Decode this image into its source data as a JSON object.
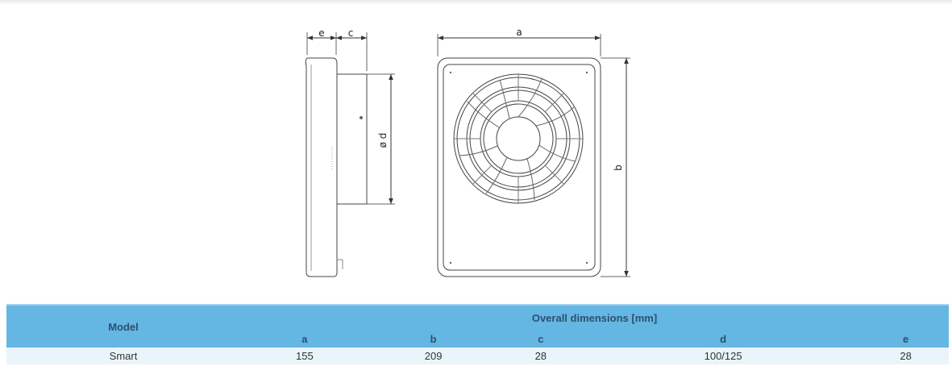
{
  "drawing": {
    "dimension_labels": {
      "a": "a",
      "b": "b",
      "c": "c",
      "d": "ø d",
      "e": "e"
    }
  },
  "table": {
    "model_header": "Model",
    "group_header": "Overall dimensions [mm]",
    "columns": [
      "a",
      "b",
      "c",
      "d",
      "e"
    ],
    "rows": [
      {
        "model": "Smart",
        "values": [
          "155",
          "209",
          "28",
          "100/125",
          "28"
        ]
      }
    ]
  },
  "colors": {
    "header_bg": "#64b6e3",
    "row_bg": "#eaf4fb",
    "header_text": "#2f4f6f",
    "line": "#333333"
  }
}
